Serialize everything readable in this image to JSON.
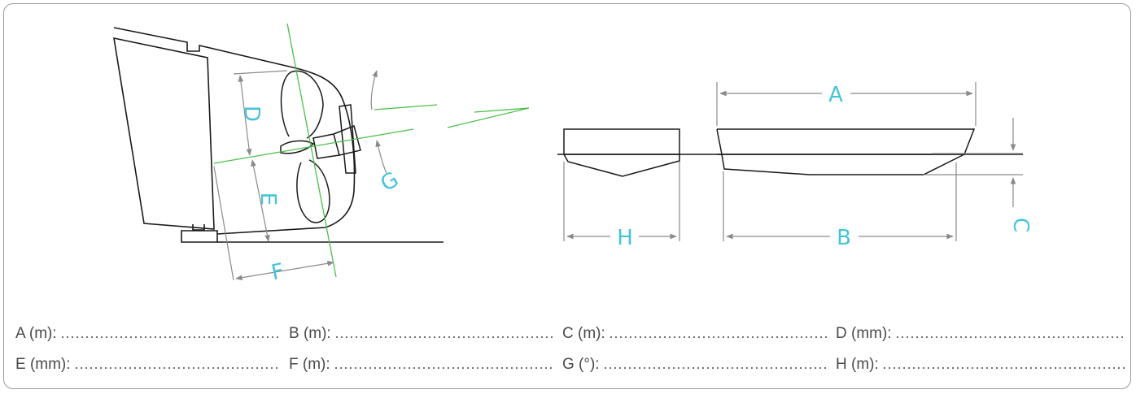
{
  "diagram_labels": {
    "A": "A",
    "B": "B",
    "C": "C",
    "D": "D",
    "E": "E",
    "F": "F",
    "G": "G",
    "H": "H"
  },
  "fields": [
    [
      {
        "label": "A (m):"
      },
      {
        "label": "B (m):"
      },
      {
        "label": "C (m):"
      },
      {
        "label": "D (mm):"
      }
    ],
    [
      {
        "label": "E (mm):"
      },
      {
        "label": "F (m):"
      },
      {
        "label": "G (°):"
      },
      {
        "label": "H (m):"
      }
    ]
  ],
  "colors": {
    "dimension_text": "#45c3d8",
    "axis_lines": "#4cbf4c",
    "outline": "#1a1a1a",
    "arrows": "#8a8a8a",
    "frame": "#9a9a9a"
  }
}
